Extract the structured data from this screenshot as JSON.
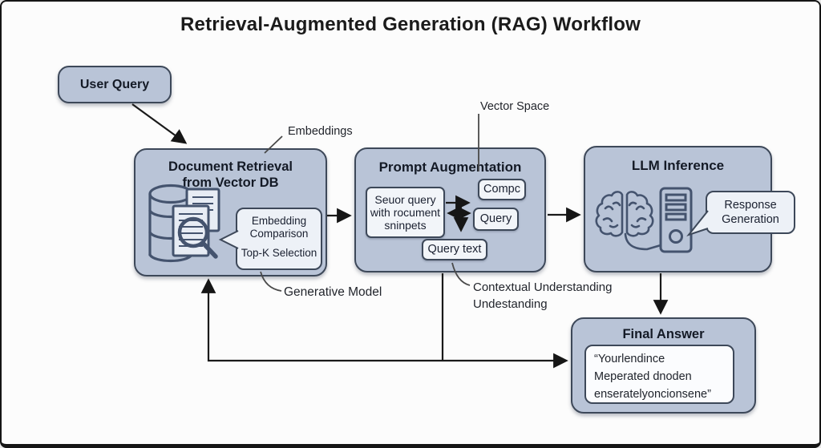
{
  "title": "Retrieval-Augmented Generation (RAG) Workflow",
  "nodes": {
    "user_query": {
      "label": "User Query"
    },
    "doc_retrieval": {
      "title_line1": "Document Retrieval",
      "title_line2": "from Vector DB",
      "bubble_top": "Embedding Comparison",
      "bubble_bottom": "Top-K Selection"
    },
    "prompt_aug": {
      "title": "Prompt Augmentation",
      "main_line1": "Seuor query",
      "main_line2": "with rocument",
      "main_line3": "sninpets",
      "chip_compc": "Compc",
      "chip_query": "Query",
      "chip_query_text": "Query text"
    },
    "llm_inference": {
      "title": "LLM Inference",
      "bubble": "Response Generation"
    },
    "final_answer": {
      "title": "Final Answer",
      "quote_line1": "“Yourlendince",
      "quote_line2": "Meperated dnoden",
      "quote_line3": "enseratelyoncionsene”"
    }
  },
  "labels": {
    "embeddings": "Embeddings",
    "vector_space": "Vector Space",
    "generative_model": "Generative Model",
    "contextual_line1": "Contextual Understanding",
    "contextual_line2": "Undestanding"
  },
  "icons": {
    "database": "vector-database-icon",
    "document_search": "document-search-icon",
    "brain": "brain-icon",
    "server": "server-icon"
  },
  "colors": {
    "node_fill": "#b9c4d7",
    "node_border": "#3d4859",
    "chip_fill": "#f2f5f9",
    "bubble_fill": "#edf1f7",
    "quote_fill": "#fbfcfe",
    "arrow": "#1a1a1a",
    "icon_stroke": "#44536e",
    "background": "#fcfcfc",
    "frame_border": "#151515"
  }
}
